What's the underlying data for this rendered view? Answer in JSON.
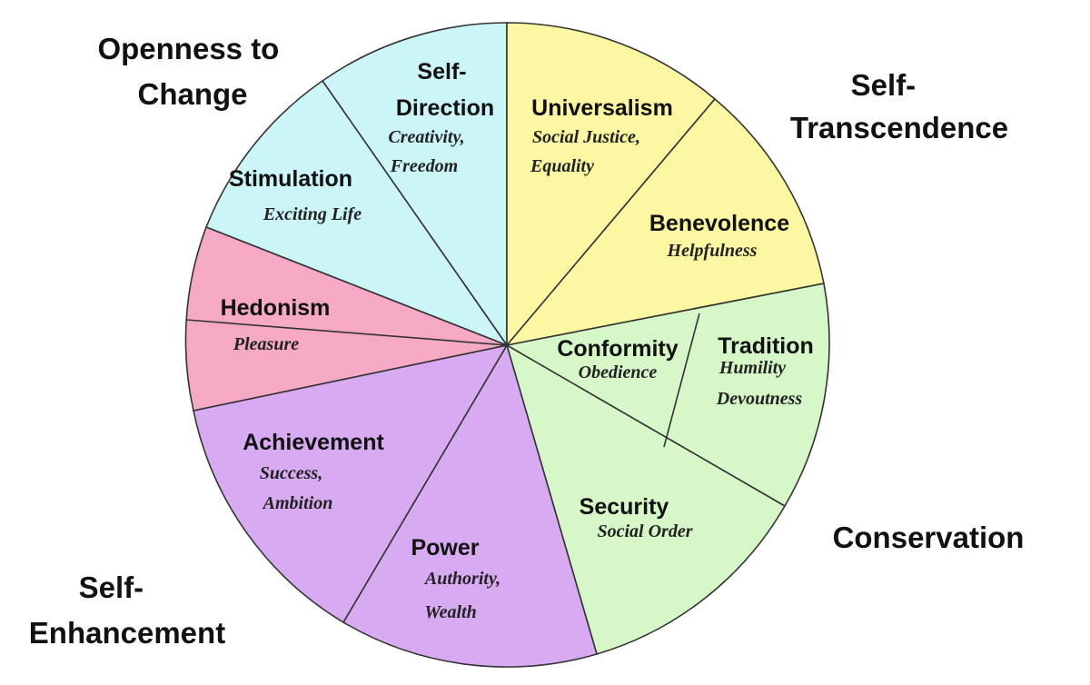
{
  "colors": {
    "openness": "#ccf5f7",
    "transcendence": "#fbf7a3",
    "conservation": "#d6f7c8",
    "hedonism": "#f5a9c4",
    "enhancement": "#d8aaf2"
  },
  "groups": {
    "openness": [
      "Openness to",
      "Change"
    ],
    "transcendence": [
      "Self-",
      "Transcendence"
    ],
    "conservation": [
      "Conservation"
    ],
    "enhancement": [
      "Self-",
      "Enhancement"
    ]
  },
  "values": {
    "self_direction": {
      "title": [
        "Self-",
        "Direction"
      ],
      "sub": [
        "Creativity,",
        "Freedom"
      ]
    },
    "universalism": {
      "title": [
        "Universalism"
      ],
      "sub": [
        "Social Justice,",
        "Equality"
      ]
    },
    "benevolence": {
      "title": [
        "Benevolence"
      ],
      "sub": [
        "Helpfulness"
      ]
    },
    "tradition": {
      "title": [
        "Tradition"
      ],
      "sub": [
        "Humility",
        "Devoutness"
      ]
    },
    "conformity": {
      "title": [
        "Conformity"
      ],
      "sub": [
        "Obedience"
      ]
    },
    "security": {
      "title": [
        "Security"
      ],
      "sub": [
        "Social Order"
      ]
    },
    "power": {
      "title": [
        "Power"
      ],
      "sub": [
        "Authority,",
        "Wealth"
      ]
    },
    "achievement": {
      "title": [
        "Achievement"
      ],
      "sub": [
        "Success,",
        "Ambition"
      ]
    },
    "hedonism": {
      "title": [
        "Hedonism"
      ],
      "sub": [
        "Pleasure"
      ]
    },
    "stimulation": {
      "title": [
        "Stimulation"
      ],
      "sub": [
        "Exciting Life"
      ]
    }
  }
}
